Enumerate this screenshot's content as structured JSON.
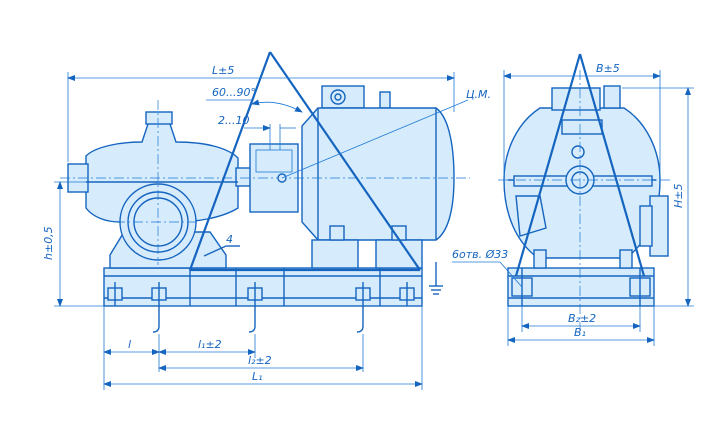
{
  "labels": {
    "overall_length_top": "L±5",
    "angle_range": "60...90°",
    "gap": "2...10",
    "center_mark": "Ц.М.",
    "width_top": "B±5",
    "height_left": "h±0,5",
    "height_right": "H±5",
    "holes": "6отв. Ø33",
    "bolt_pitch_width": "B₂±2",
    "base_width": "B₁",
    "dim_l": "l",
    "dim_l1": "l₁±2",
    "dim_l2": "l₂±2",
    "dim_L1": "L₁",
    "weld_mark": "4"
  },
  "colors": {
    "line": "#1565c0",
    "fill": "#d6ebfb"
  }
}
